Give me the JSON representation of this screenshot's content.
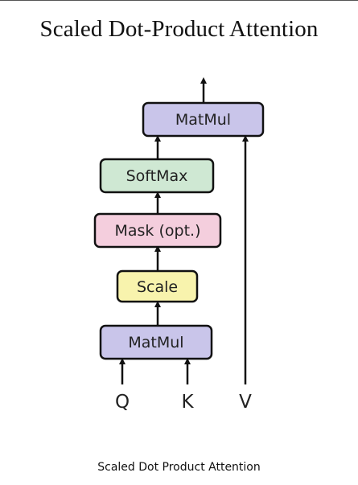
{
  "title": "Scaled Dot-Product Attention",
  "caption": "Scaled Dot Product Attention",
  "boxes": {
    "matmul_top": {
      "label": "MatMul",
      "color": "#c9c5ea"
    },
    "softmax": {
      "label": "SoftMax",
      "color": "#cfe8d3"
    },
    "mask": {
      "label": "Mask (opt.)",
      "color": "#f4cedd"
    },
    "scale": {
      "label": "Scale",
      "color": "#f8f3ad"
    },
    "matmul_bottom": {
      "label": "MatMul",
      "color": "#c9c5ea"
    }
  },
  "inputs": {
    "q": "Q",
    "k": "K",
    "v": "V"
  }
}
